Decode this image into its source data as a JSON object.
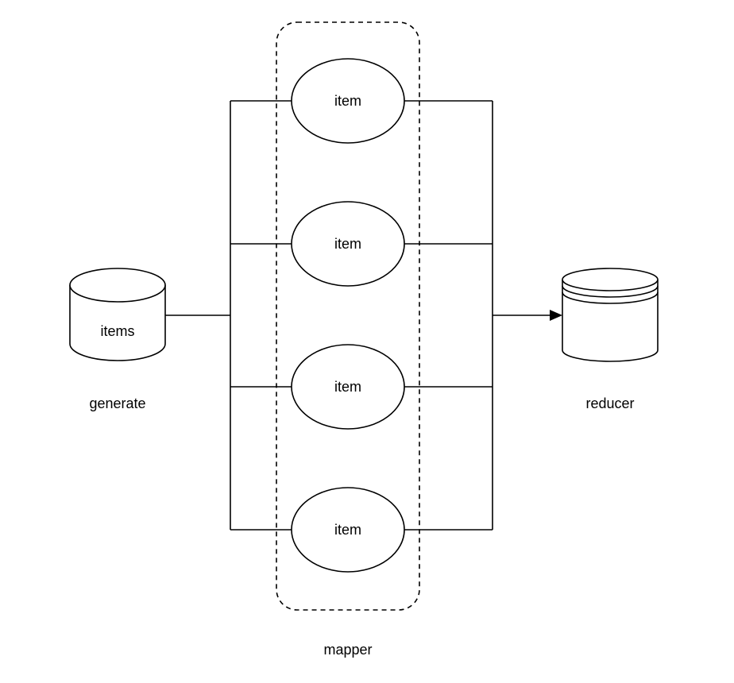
{
  "diagram": {
    "source": {
      "label": "items",
      "caption": "generate"
    },
    "mapper": {
      "caption": "mapper",
      "items": [
        {
          "label": "item"
        },
        {
          "label": "item"
        },
        {
          "label": "item"
        },
        {
          "label": "item"
        }
      ]
    },
    "reducer": {
      "caption": "reducer"
    },
    "colors": {
      "stroke": "#000000",
      "background": "#ffffff",
      "text": "#000000"
    }
  }
}
